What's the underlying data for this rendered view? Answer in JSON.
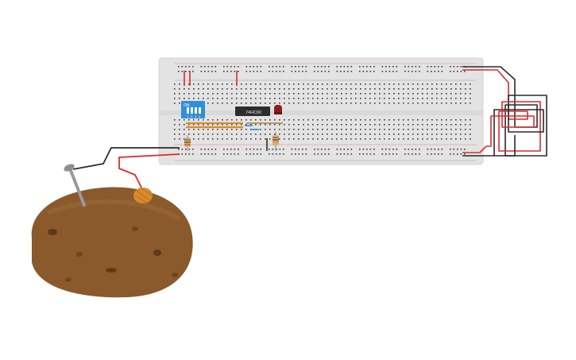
{
  "circuit": {
    "chip_label": "74HC00",
    "dip_switch": {
      "on_label": "ON",
      "position_labels": [
        "1",
        "2",
        "3",
        "4"
      ]
    }
  },
  "colors": {
    "breadboard": "#e3e3e3",
    "hole": "#3b3b3b",
    "rail_red": "#d92c2c",
    "rail_black": "#2a2a2a",
    "dip_switch": "#2f8fd8",
    "chip": "#2c2c2c",
    "led": "#8e1c1c",
    "potato": "#8a5a2c",
    "potato_spot": "#5e3a17",
    "copper": "#d98a2e",
    "nail": "#9a9a9a"
  },
  "icons": [
    "breadboard",
    "dip-switch-icon",
    "ic-chip-icon",
    "led-icon",
    "resistor-icon",
    "potato-battery-icon",
    "nail-electrode-icon",
    "copper-electrode-icon"
  ]
}
